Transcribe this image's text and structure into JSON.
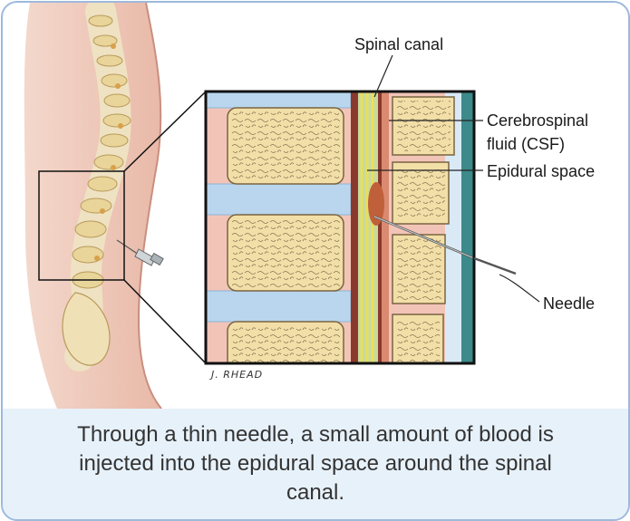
{
  "labels": {
    "spinal_canal": "Spinal canal",
    "csf_line1": "Cerebrospinal",
    "csf_line2": "fluid (CSF)",
    "epidural_space": "Epidural space",
    "needle": "Needle"
  },
  "artist_signature": "J. RHEAD",
  "caption": "Through a thin needle, a small amount of blood is injected into the epidural space around the spinal canal.",
  "colors": {
    "border": "#9db9dc",
    "caption_background": "#e7f1fa",
    "bone": "#f2dfa8",
    "disc": "#b9d6ee",
    "spinal_cord": "#e8e05a",
    "blood": "#c0603a",
    "skin": "#f2c7bd"
  }
}
